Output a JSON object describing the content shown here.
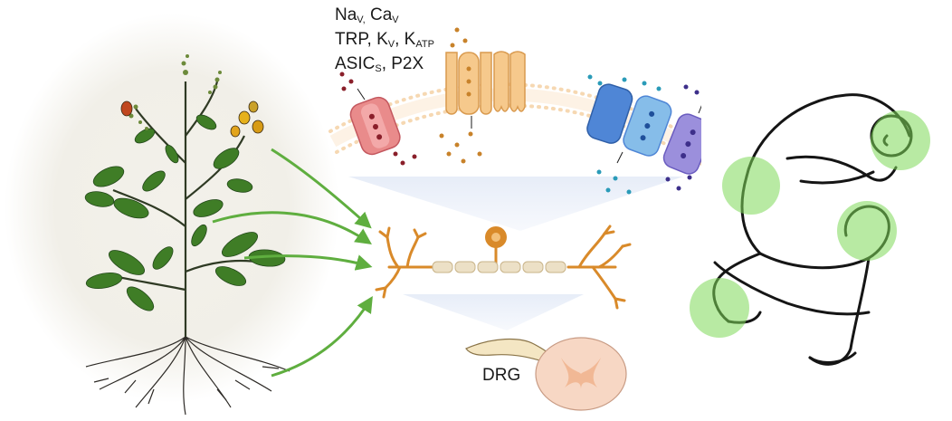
{
  "labels": {
    "line1": {
      "a": "Na",
      "a_sub": "V,",
      "b": " Ca",
      "b_sub": "V"
    },
    "line2": {
      "a": "TRP, K",
      "a_sub": "V",
      "b": ", K",
      "b_sub": "ATP"
    },
    "line3": {
      "a": "ASIC",
      "a_sub": "S",
      "b": ", P2X"
    },
    "drg": "DRG"
  },
  "colors": {
    "arrow_green": "#5fae3f",
    "membrane_orange": "#f2c48e",
    "channel_red": "#e98b8b",
    "channel_yellow": "#f6c98c",
    "channel_blue": "#4f86d6",
    "channel_lightblue": "#86bde9",
    "channel_purple": "#9b8fdc",
    "neuron_orange": "#d98a2a",
    "pain_highlight": "#7ed957"
  },
  "icons": [
    "medicinal-plant-icon",
    "ion-channel-icon",
    "sensory-neuron-icon",
    "dorsal-root-ganglion-icon",
    "spinal-cord-icon",
    "crouching-person-pain-icon"
  ]
}
